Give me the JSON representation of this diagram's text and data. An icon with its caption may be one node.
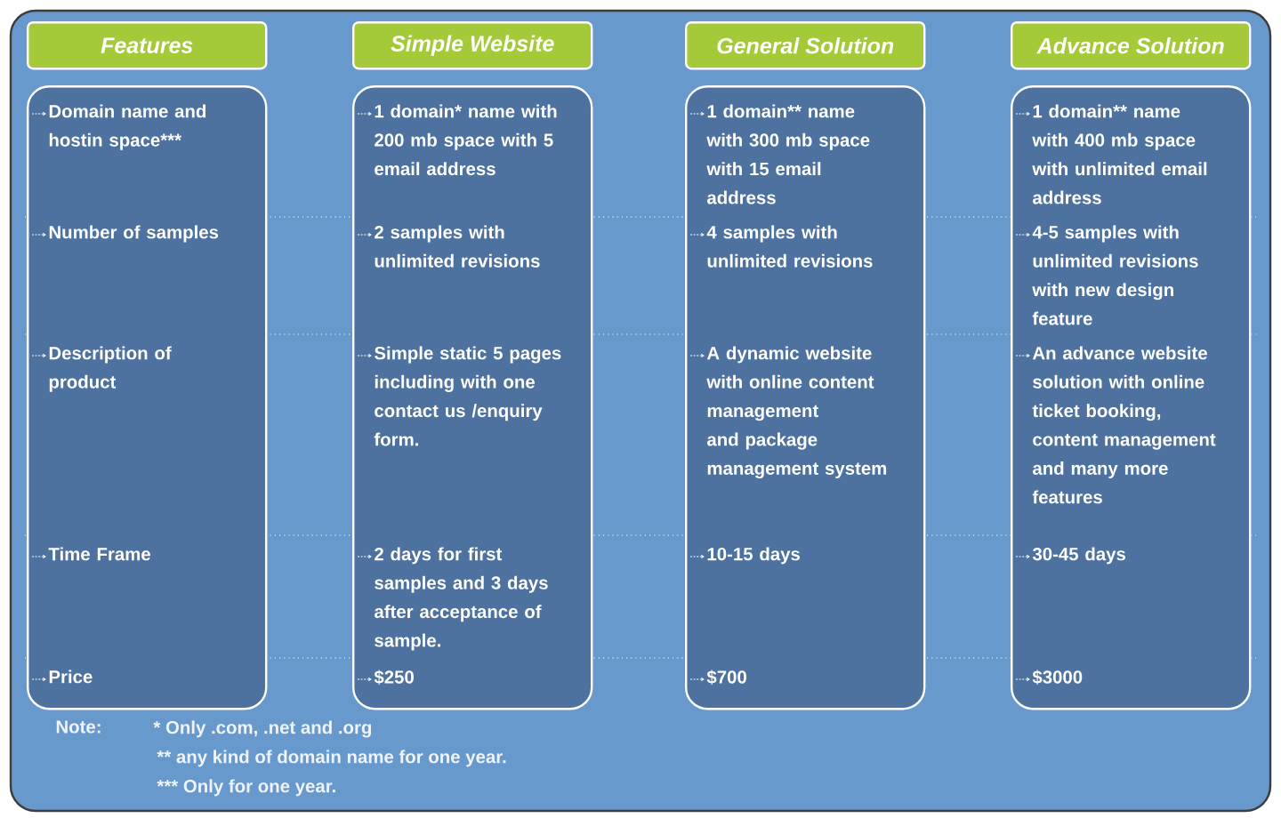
{
  "diagram": {
    "nodes": [
      {
        "text": [
          "Features"
        ]
      },
      {
        "text": [
          "Simple Website"
        ]
      },
      {
        "text": [
          "General Solution"
        ]
      },
      {
        "text": [
          "Advance Solution"
        ]
      },
      {
        "text": [
          "Domain name and hostin space***",
          "Number of samples",
          "Description of product",
          "Time Frame",
          "Price"
        ]
      },
      {
        "text": [
          "1 domain* name with 200 mb space with 5 email address",
          "2 samples with unlimited revisions",
          "Simple static 5 pages including with one contact us /enquiry form.",
          "2 days for first samples and 3 days after acceptance of sample.",
          "$250"
        ]
      },
      {
        "text": [
          "1 domain** name with 300 mb space with 15 email address",
          "4 samples with unlimited revisions",
          "A dynamic website with online content management and package management system",
          "10-15 days",
          "$700"
        ]
      },
      {
        "text": [
          "1 domain** name with 400 mb space with unlimited email address",
          "4-5 samples with unlimited revisions with new design feature",
          "An advance website solution with online ticket booking, content management and many more features",
          "30-45 days",
          "$3000"
        ]
      }
    ],
    "labels": [
      "Note:",
      "* Only .com, .net and .org",
      "** any kind of domain name for one year.",
      "*** Only for one year."
    ]
  }
}
